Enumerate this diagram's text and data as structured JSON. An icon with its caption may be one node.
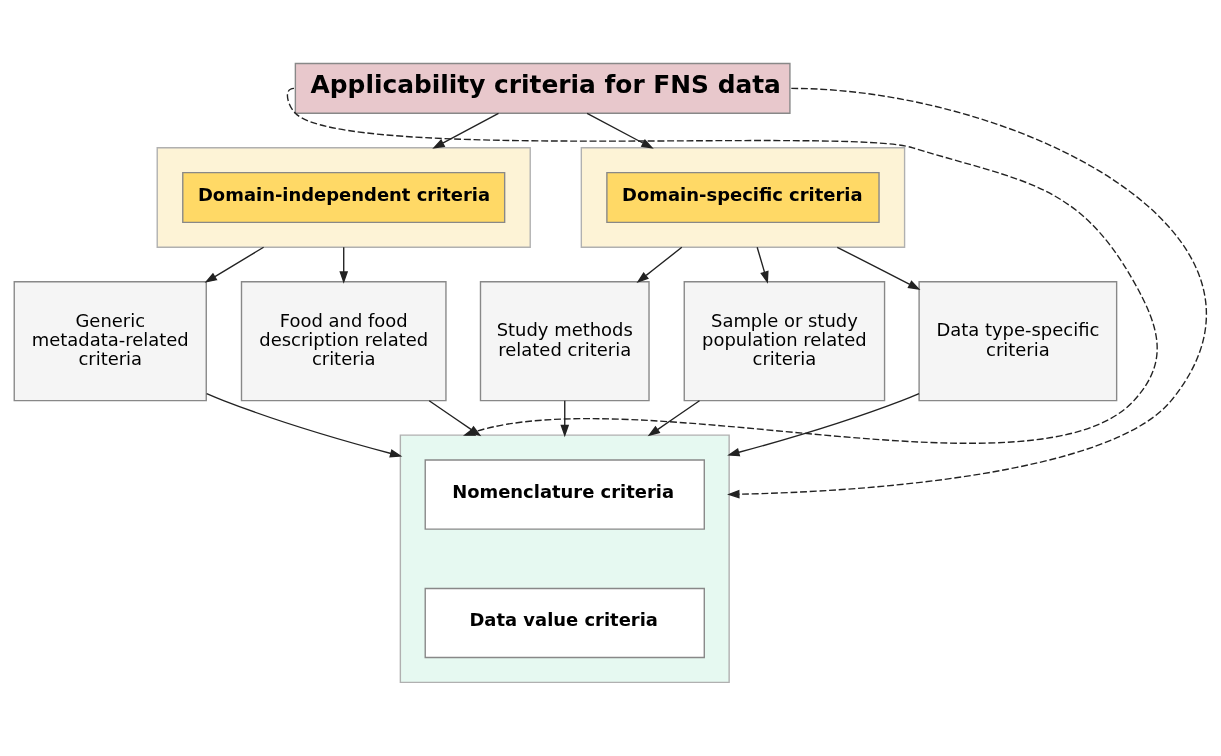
{
  "diagram": {
    "nodes": [
      {
        "text": [
          "Applicability criteria for FNS data"
        ]
      },
      {
        "text": [],
        "shape": "box"
      },
      {
        "text": [
          "Domain-independent criteria"
        ],
        "in": 1
      },
      {
        "text": [],
        "shape": "box"
      },
      {
        "text": [
          "Domain-specific criteria"
        ],
        "in": 3
      },
      {
        "text": [
          "Generic metadata-related criteria"
        ]
      },
      {
        "text": [
          "Food and food description related criteria"
        ]
      },
      {
        "text": [
          "Study methods related criteria"
        ]
      },
      {
        "text": [
          "Sample or study population related criteria"
        ]
      },
      {
        "text": [
          "Data type-specific criteria"
        ]
      },
      {
        "text": [],
        "shape": "box"
      },
      {
        "text": [
          "Nomenclature criteria"
        ],
        "in": 10
      },
      {
        "text": [
          "Data value criteria"
        ],
        "in": 10
      }
    ],
    "edges": [
      {
        "from": 0,
        "to": 1,
        "arrow": "to"
      },
      {
        "from": 0,
        "to": 3,
        "arrow": "to"
      },
      {
        "from": 1,
        "to": 5,
        "arrow": "to"
      },
      {
        "from": 1,
        "to": 6,
        "arrow": "to"
      },
      {
        "from": 3,
        "to": 7,
        "arrow": "to"
      },
      {
        "from": 3,
        "to": 8,
        "arrow": "to"
      },
      {
        "from": 3,
        "to": 9,
        "arrow": "to"
      },
      {
        "from": 5,
        "to": 10,
        "arrow": "to"
      },
      {
        "from": 6,
        "to": 10,
        "arrow": "to"
      },
      {
        "from": 7,
        "to": 10,
        "arrow": "to"
      },
      {
        "from": 8,
        "to": 10,
        "arrow": "to"
      },
      {
        "from": 9,
        "to": 10,
        "arrow": "to"
      },
      {
        "from": 0,
        "to": 10,
        "arrow": "to",
        "style": "dashed"
      },
      {
        "from": 0,
        "to": 10,
        "arrow": "to",
        "style": "dashed"
      }
    ]
  }
}
